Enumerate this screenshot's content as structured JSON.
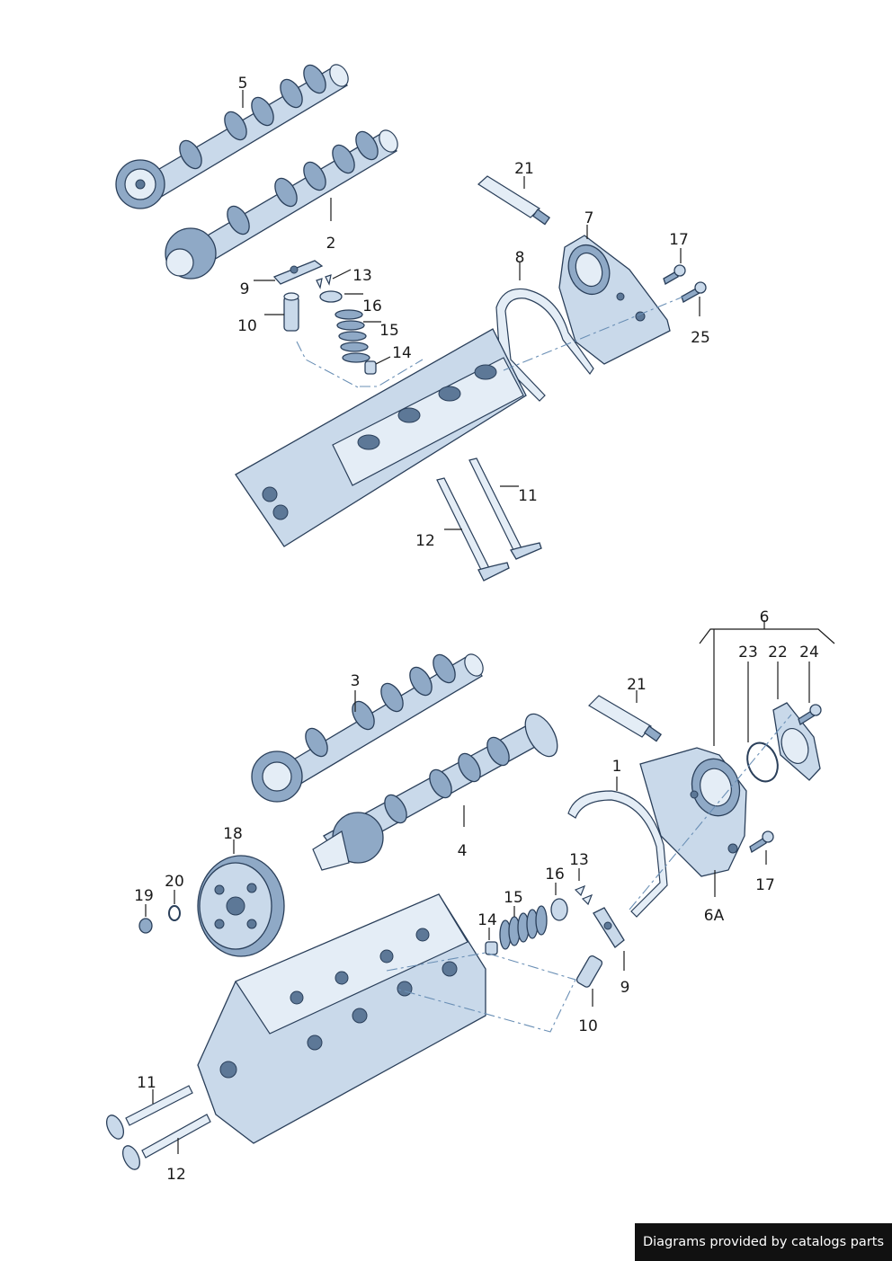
{
  "callouts": {
    "c5": "5",
    "c2": "2",
    "c21a": "21",
    "c7": "7",
    "c8": "8",
    "c17a": "17",
    "c25": "25",
    "c9a": "9",
    "c13a": "13",
    "c16a": "16",
    "c10a": "10",
    "c15a": "15",
    "c14a": "14",
    "c11a": "11",
    "c12a": "12",
    "c6": "6",
    "c23": "23",
    "c22": "22",
    "c24": "24",
    "c3": "3",
    "c21b": "21",
    "c1": "1",
    "c4": "4",
    "c17b": "17",
    "c6A": "6A",
    "c18": "18",
    "c13b": "13",
    "c16b": "16",
    "c19": "19",
    "c20": "20",
    "c15a2": "15",
    "c14b": "14",
    "c9b": "9",
    "c10b": "10",
    "c11b": "11",
    "c12b": "12"
  },
  "credit": "Diagrams provided by catalogs parts",
  "colors": {
    "part_fill": "#c9d9ea",
    "part_stroke": "#2a3f5a",
    "dash": "#6a8fb5"
  }
}
